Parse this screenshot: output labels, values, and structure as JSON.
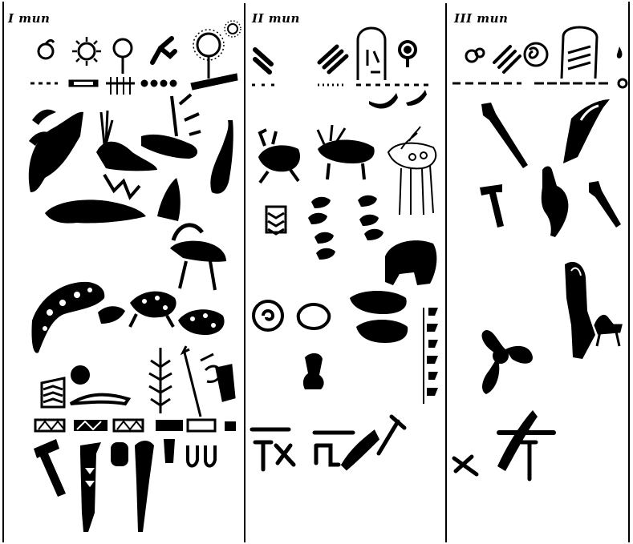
{
  "figure": {
    "columns": [
      {
        "title": "I mun"
      },
      {
        "title": "II mun"
      },
      {
        "title": "III mun"
      }
    ],
    "ink_color": "#000000",
    "paper_color": "#ffffff"
  }
}
